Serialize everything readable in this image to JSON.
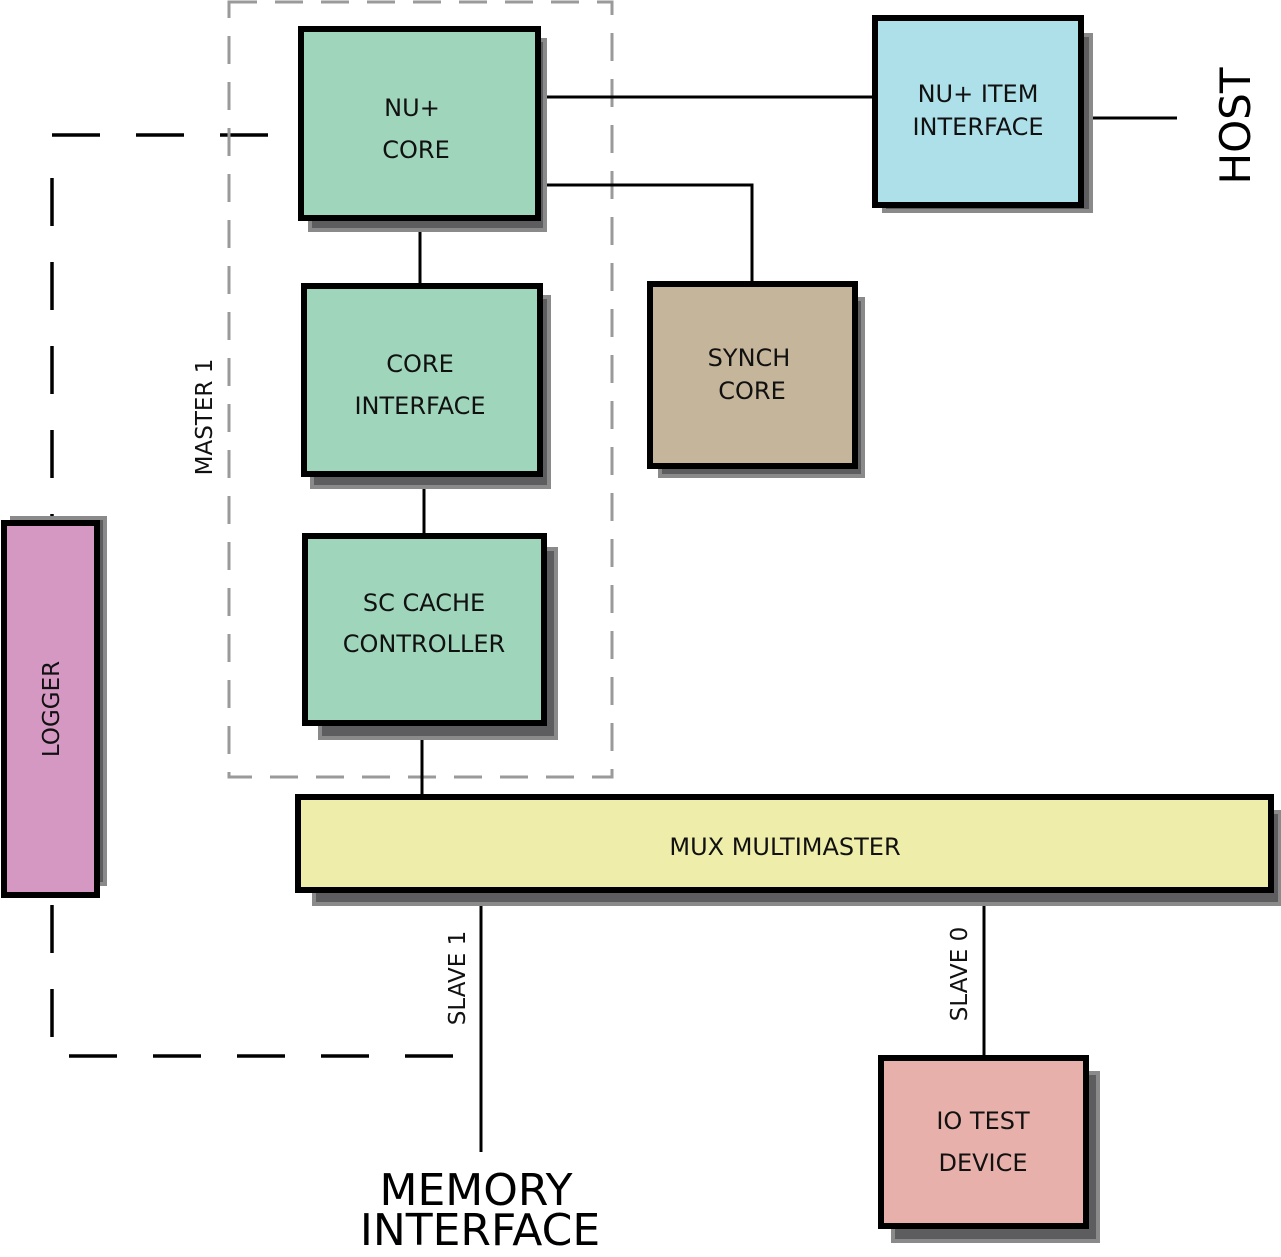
{
  "blocks": {
    "nu_core": {
      "line1": "NU+",
      "line2": "CORE",
      "color": "#9fd5bb"
    },
    "core_interface": {
      "line1": "CORE",
      "line2": "INTERFACE",
      "color": "#9fd5bb"
    },
    "sc_cache": {
      "line1": "SC CACHE",
      "line2": "CONTROLLER",
      "color": "#9fd5bb"
    },
    "item_interface": {
      "line1": "NU+ ITEM",
      "line2": "INTERFACE",
      "color": "#aee0ea"
    },
    "synch_core": {
      "line1": "SYNCH",
      "line2": "CORE",
      "color": "#c4b59b"
    },
    "mux": {
      "label": "MUX MULTIMASTER",
      "color": "#eeeeaa"
    },
    "io_test": {
      "line1": "IO TEST",
      "line2": "DEVICE",
      "color": "#e8b0ab"
    },
    "logger": {
      "label": "LOGGER",
      "color": "#d498c3"
    }
  },
  "labels": {
    "master": "MASTER 1",
    "slave1": "SLAVE 1",
    "slave0": "SLAVE 0",
    "host": "HOST",
    "memory_line1": "MEMORY",
    "memory_line2": "INTERFACE"
  }
}
